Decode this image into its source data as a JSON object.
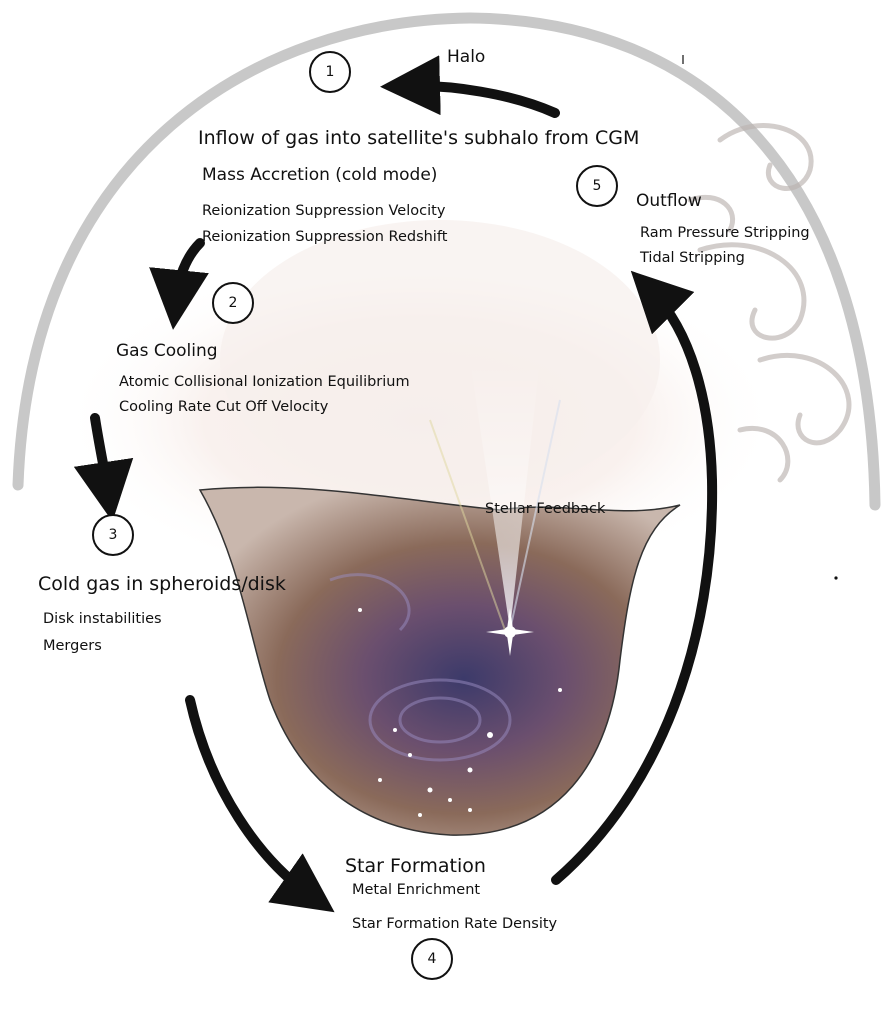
{
  "steps": {
    "s1": "1",
    "s2": "2",
    "s3": "3",
    "s4": "4",
    "s5": "5"
  },
  "labels": {
    "halo": "Halo",
    "inflow": "Inflow of gas into satellite's subhalo from CGM",
    "accretion": "Mass Accretion (cold mode)",
    "reion_velocity": "Reionization Suppression Velocity",
    "reion_redshift": "Reionization Suppression Redshift",
    "gas_cooling": "Gas Cooling",
    "atomic_cie": "Atomic Collisional Ionization Equilibrium",
    "cooling_cutoff": "Cooling Rate Cut Off Velocity",
    "cold_gas": "Cold gas in spheroids/disk",
    "disk_instabilities": "Disk instabilities",
    "mergers": "Mergers",
    "stellar_feedback": "Stellar Feedback",
    "star_formation": "Star Formation",
    "metal_enrichment": "Metal Enrichment",
    "sfr_density": "Star Formation Rate Density",
    "outflow": "Outflow",
    "ram_pressure": "Ram Pressure Stripping",
    "tidal": "Tidal Stripping"
  },
  "colors": {
    "halo_arc": "#c8c8c8",
    "arrows": "#111111",
    "cloud": "#f3e9e6",
    "galaxy_core": "#5a4a63"
  }
}
